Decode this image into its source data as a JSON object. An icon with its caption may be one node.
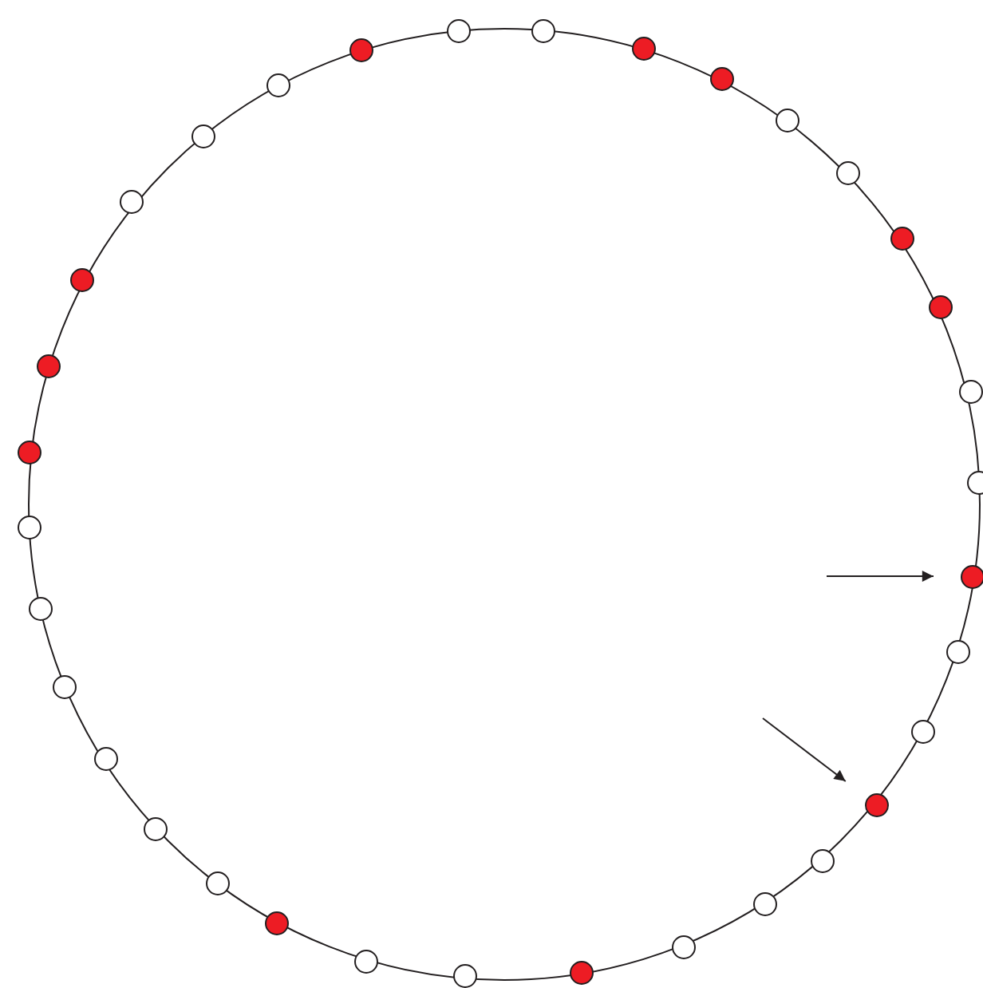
{
  "diagram": {
    "nodes": [
      {
        "text": [],
        "shape": "circle"
      },
      {
        "text": [],
        "shape": "circle"
      },
      {
        "text": [],
        "shape": "circle"
      },
      {
        "text": [],
        "shape": "circle"
      },
      {
        "text": [],
        "shape": "circle"
      },
      {
        "text": [],
        "shape": "circle"
      },
      {
        "text": [],
        "shape": "circle"
      },
      {
        "text": [],
        "shape": "circle"
      },
      {
        "text": [],
        "shape": "circle"
      },
      {
        "text": [],
        "shape": "circle"
      },
      {
        "text": [],
        "shape": "circle"
      },
      {
        "text": [],
        "shape": "circle"
      },
      {
        "text": [],
        "shape": "circle"
      },
      {
        "text": [],
        "shape": "circle"
      },
      {
        "text": [],
        "shape": "circle"
      },
      {
        "text": [],
        "shape": "circle"
      },
      {
        "text": [],
        "shape": "circle"
      },
      {
        "text": [],
        "shape": "circle"
      },
      {
        "text": [],
        "shape": "circle"
      },
      {
        "text": [],
        "shape": "circle"
      },
      {
        "text": [],
        "shape": "circle"
      },
      {
        "text": [],
        "shape": "circle"
      },
      {
        "text": [],
        "shape": "circle"
      },
      {
        "text": [],
        "shape": "circle"
      },
      {
        "text": [],
        "shape": "circle"
      },
      {
        "text": [],
        "shape": "circle"
      },
      {
        "text": [],
        "shape": "circle"
      },
      {
        "text": [],
        "shape": "circle"
      },
      {
        "text": [],
        "shape": "circle"
      },
      {
        "text": [],
        "shape": "circle"
      },
      {
        "text": [],
        "shape": "circle"
      },
      {
        "text": [],
        "shape": "circle"
      },
      {
        "text": [],
        "shape": "circle"
      },
      {
        "text": [],
        "shape": "circle"
      }
    ],
    "edges": [
      {
        "from": null,
        "to": 11,
        "arrow": "to"
      },
      {
        "from": null,
        "to": 14,
        "arrow": "to"
      }
    ]
  }
}
